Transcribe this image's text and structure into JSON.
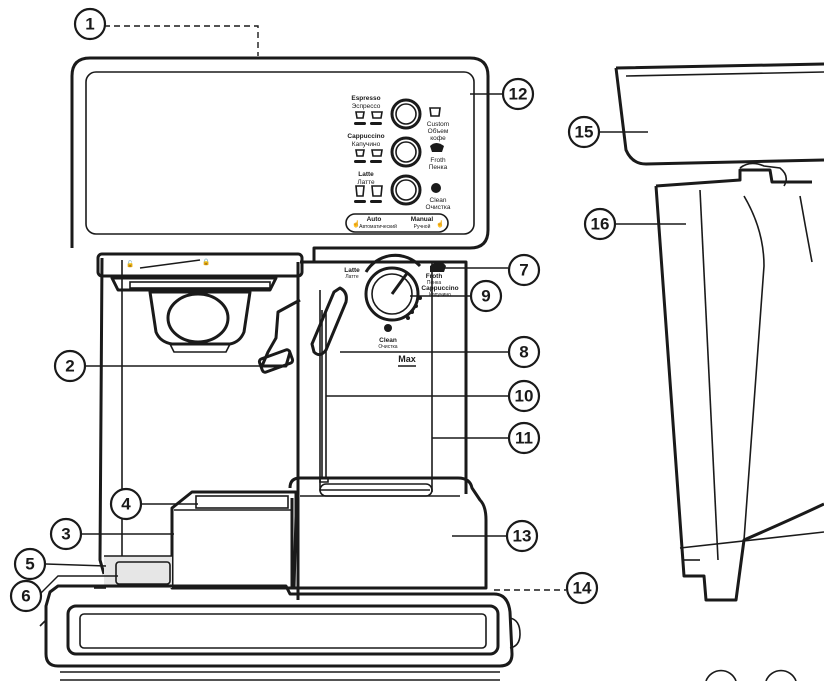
{
  "callouts": [
    "1",
    "2",
    "3",
    "4",
    "5",
    "6",
    "7",
    "8",
    "9",
    "10",
    "11",
    "12",
    "13",
    "14",
    "15",
    "16"
  ],
  "panel": {
    "espresso_en": "Espresso",
    "espresso_ru": "Эспрессо",
    "cappuccino_en": "Cappuccino",
    "cappuccino_ru": "Капучино",
    "latte_en": "Latte",
    "latte_ru": "Латте",
    "custom_en": "Custom",
    "custom_ru1": "Объем",
    "custom_ru2": "кофе",
    "froth_en": "Froth",
    "froth_ru": "Пенка",
    "clean_en": "Clean",
    "clean_ru": "Очистка",
    "auto_en": "Auto",
    "auto_ru": "Автоматический",
    "manual_en": "Manual",
    "manual_ru": "Ручной"
  },
  "dial": {
    "latte_en": "Latte",
    "latte_ru": "Латте",
    "froth_en": "Froth",
    "froth_ru": "Пенка",
    "cappuccino_en": "Cappuccino",
    "cappuccino_ru": "Капучино",
    "clean_en": "Clean",
    "clean_ru": "Очистка"
  },
  "tank": {
    "max_label": "Max"
  },
  "icons": [
    "unlock-icon",
    "lock-icon",
    "cup-icon",
    "froth-pitcher-icon",
    "clean-icon",
    "hand-icon"
  ]
}
